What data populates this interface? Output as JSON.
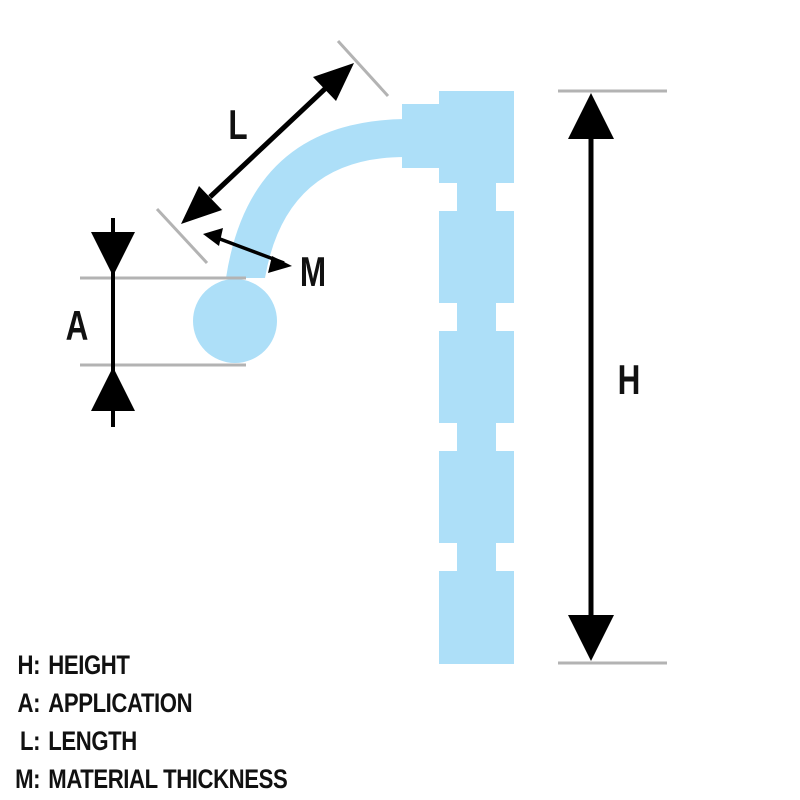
{
  "colors": {
    "part": "#ADDFF8",
    "arrow": "#000000",
    "extension_line": "#B3B3B3"
  },
  "labels": {
    "L": "L",
    "M": "M",
    "A": "A",
    "H": "H"
  },
  "legend": [
    {
      "key": "H:",
      "text": "HEIGHT"
    },
    {
      "key": "A:",
      "text": "APPLICATION"
    },
    {
      "key": "L:",
      "text": "LENGTH"
    },
    {
      "key": "M:",
      "text": "MATERIAL THICKNESS"
    }
  ]
}
